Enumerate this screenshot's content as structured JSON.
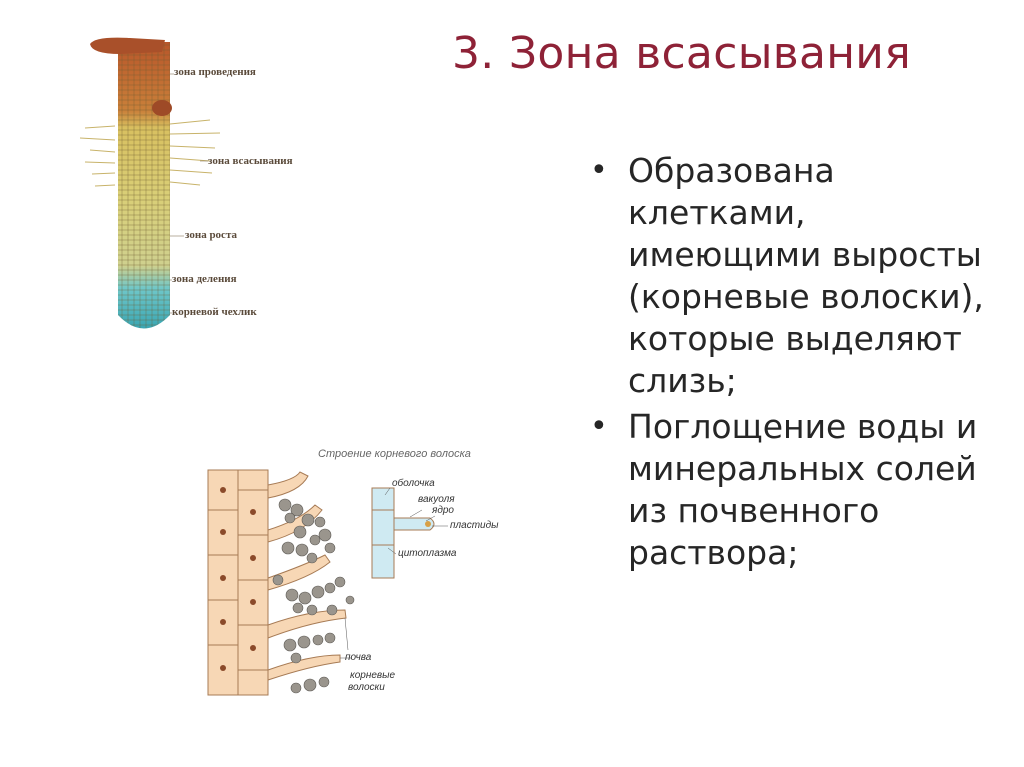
{
  "slide": {
    "title": "3. Зона всасывания",
    "bullets": [
      "Образована клетками, имеющими выросты (корневые волоски), которые выделяют слизь;",
      "Поглощение воды и минеральных солей из почвенного раствора;"
    ]
  },
  "root_diagram": {
    "labels": [
      "зона проведения",
      "зона всасывания",
      "зона роста",
      "зона деления",
      "корневой чехлик"
    ]
  },
  "hair_diagram": {
    "caption": "Строение корневого волоска",
    "labels": [
      "оболочка",
      "вакуоля",
      "ядро",
      "пластиды",
      "цитоплазма",
      "почва",
      "корневые",
      "волоски"
    ]
  }
}
